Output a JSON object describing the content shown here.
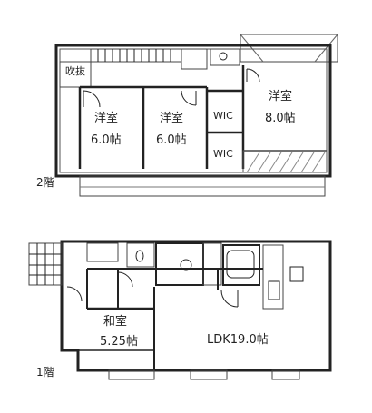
{
  "upper_floor": {
    "floor_label": "2階",
    "rooms": {
      "fukinuke": "吹抜",
      "western_left_name": "洋室",
      "western_left_size": "6.0帖",
      "western_mid_name": "洋室",
      "western_mid_size": "6.0帖",
      "wic_top": "WIC",
      "wic_bottom": "WIC",
      "western_right_name": "洋室",
      "western_right_size": "8.0帖"
    }
  },
  "ground_floor": {
    "floor_label": "1階",
    "rooms": {
      "japanese_name": "和室",
      "japanese_size": "5.25帖",
      "ldk": "LDK19.0帖"
    }
  }
}
